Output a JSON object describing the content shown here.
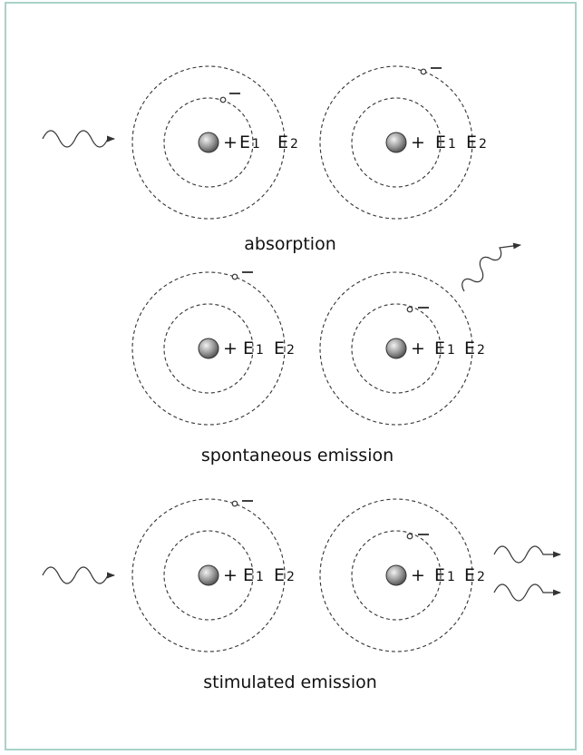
{
  "panels": [
    {
      "caption": "absorption",
      "atoms": [
        {
          "nucleus_sign": "+",
          "inner_label": "E",
          "inner_sub": "1",
          "outer_label": "E",
          "outer_sub": "2",
          "electron_orbit": "inner",
          "electron_sign": "−"
        },
        {
          "nucleus_sign": "+",
          "inner_label": "E",
          "inner_sub": "1",
          "outer_label": "E",
          "outer_sub": "2",
          "electron_orbit": "outer",
          "electron_sign": "−"
        }
      ],
      "photons_in": 1,
      "photons_out": 0
    },
    {
      "caption": "spontaneous emission",
      "atoms": [
        {
          "nucleus_sign": "+",
          "inner_label": "E",
          "inner_sub": "1",
          "outer_label": "E",
          "outer_sub": "2",
          "electron_orbit": "outer",
          "electron_sign": "−"
        },
        {
          "nucleus_sign": "+",
          "inner_label": "E",
          "inner_sub": "1",
          "outer_label": "E",
          "outer_sub": "2",
          "electron_orbit": "inner",
          "electron_sign": "−"
        }
      ],
      "photons_in": 0,
      "photons_out": 1
    },
    {
      "caption": "stimulated emission",
      "atoms": [
        {
          "nucleus_sign": "+",
          "inner_label": "E",
          "inner_sub": "1",
          "outer_label": "E",
          "outer_sub": "2",
          "electron_orbit": "outer",
          "electron_sign": "−"
        },
        {
          "nucleus_sign": "+",
          "inner_label": "E",
          "inner_sub": "1",
          "outer_label": "E",
          "outer_sub": "2",
          "electron_orbit": "inner",
          "electron_sign": "−"
        }
      ],
      "photons_in": 1,
      "photons_out": 2
    }
  ],
  "colors": {
    "frame_border": "#a7d3c8",
    "line": "#333333",
    "nucleus_light": "#e6e6e6",
    "nucleus_dark": "#555555"
  }
}
